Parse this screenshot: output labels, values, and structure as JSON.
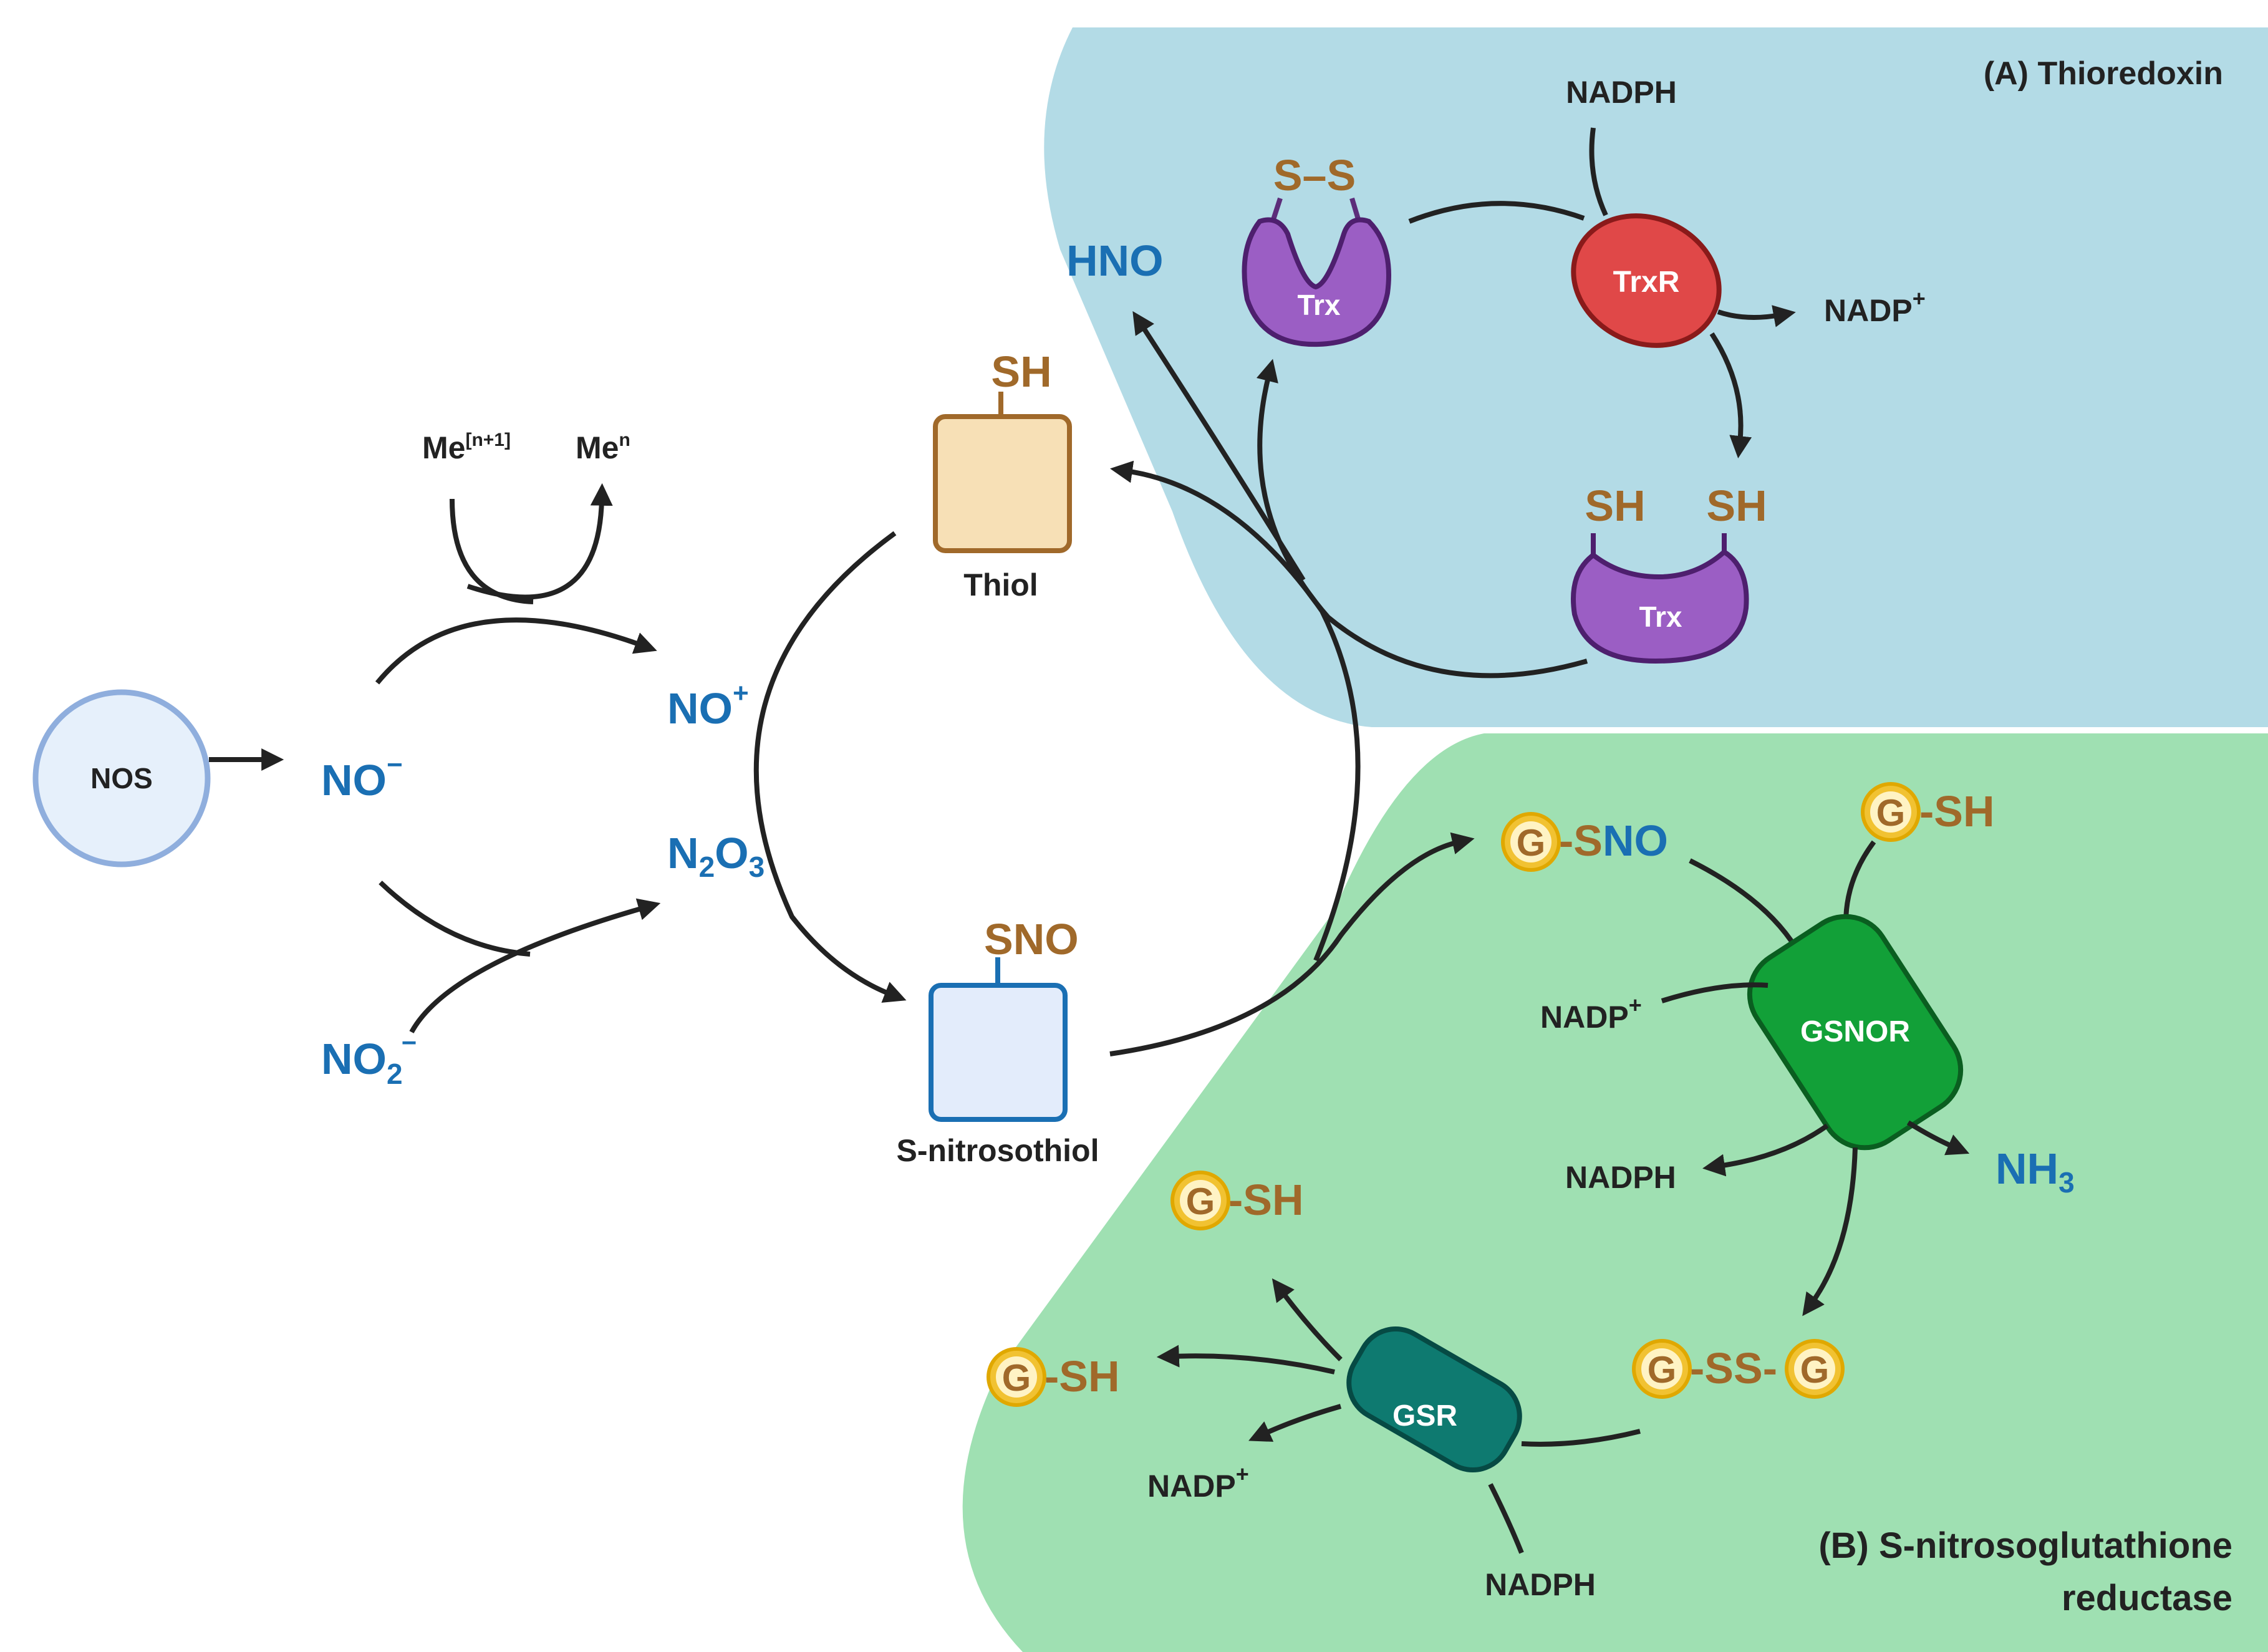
{
  "labels": {
    "nos": "NOS",
    "me_n1": "Me",
    "me_n1_sup": "[n+1]",
    "me_n": "Me",
    "me_n_sup": "n",
    "no_plus": "NO",
    "no_plus_sup": "+",
    "no_minus": "NO",
    "no_minus_sup": "−",
    "n2o3": {
      "a": "N",
      "sub1": "2",
      "b": "O",
      "sub2": "3"
    },
    "no2": {
      "a": "NO",
      "sub": "2",
      "sup": "−"
    },
    "thiol_sh": "SH",
    "thiol": "Thiol",
    "sno": "SNO",
    "snitrosothiol": "S-nitrosothiol",
    "hno": "HNO",
    "panel_a": "(A) Thioredoxin",
    "panel_b_line1": "(B) S-nitrosoglutathione",
    "panel_b_line2": "reductase",
    "ss": "S–S",
    "trx": "Trx",
    "trxr": "TrxR",
    "nadph": "NADPH",
    "nadp": "NADP",
    "plus": "+",
    "sh": "SH",
    "g": "G",
    "dash_sh": "-SH",
    "dash_sno": "-SNO",
    "dash_ss": "-SS-",
    "gsnor": "GSNOR",
    "gsr": "GSR",
    "nh3": {
      "a": "NH",
      "sub": "3"
    }
  },
  "colors": {
    "panel_a_bg": "#b3dbe6",
    "panel_b_bg": "#9fe0b2",
    "nitrogen_species": "#1a6fb3",
    "thiol_group": "#a0692a",
    "trx": "#9b5ec4",
    "trxr": "#e04848",
    "gsnor": "#12a038",
    "gsr": "#0e7a70",
    "glutathione": "#f1c232",
    "thiol_box": "#f7e0b6",
    "sno_box": "#e3ecfb",
    "nos_circle": "#e6f0fb"
  },
  "icons": [
    "arrow-head-icon",
    "glutathione-g-icon",
    "trx-protein-icon",
    "enzyme-icon"
  ]
}
